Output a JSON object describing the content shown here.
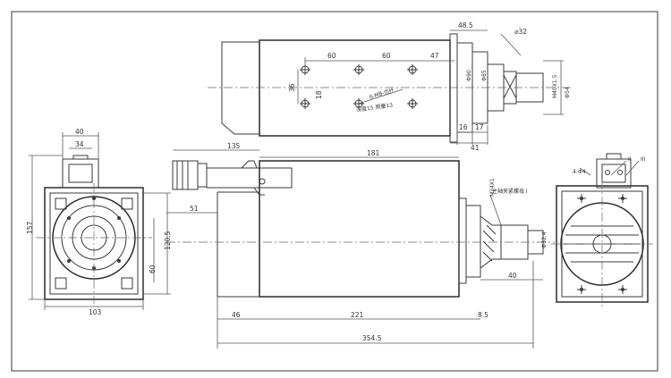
{
  "drawing": {
    "top_view": {
      "dims": {
        "width_48_5": "48.5",
        "hex_32": "⌀32",
        "d1": "60",
        "d2": "60",
        "d3": "47",
        "d4": "36",
        "d5": "18",
        "phi90": "Ф90",
        "phi85": "Ф85",
        "m40": "M40X1.5",
        "phi54": "Ф54",
        "d16": "16",
        "d17": "17",
        "d41": "41"
      },
      "screw_note": "6-M8-仂H",
      "screw_note2": "深度15 照量13"
    },
    "left_view": {
      "dims": {
        "d40": "40",
        "d34": "34",
        "d157": "157",
        "d120_5": "120.5",
        "d60": "60",
        "d103": "103"
      }
    },
    "front_view": {
      "dims": {
        "d135": "135",
        "d181": "181",
        "d51": "51",
        "d46": "46",
        "d221": "221",
        "d8_5": "8.5",
        "d40": "40",
        "d354": "354.5",
        "thread_label": "M24X1",
        "phi32_4": "Ф32.4"
      },
      "note": "主轴夹紧螺母 I"
    },
    "right_view": {
      "labels": {
        "l1": "II",
        "l2": "III",
        "l3": "4-Φ4"
      }
    }
  }
}
